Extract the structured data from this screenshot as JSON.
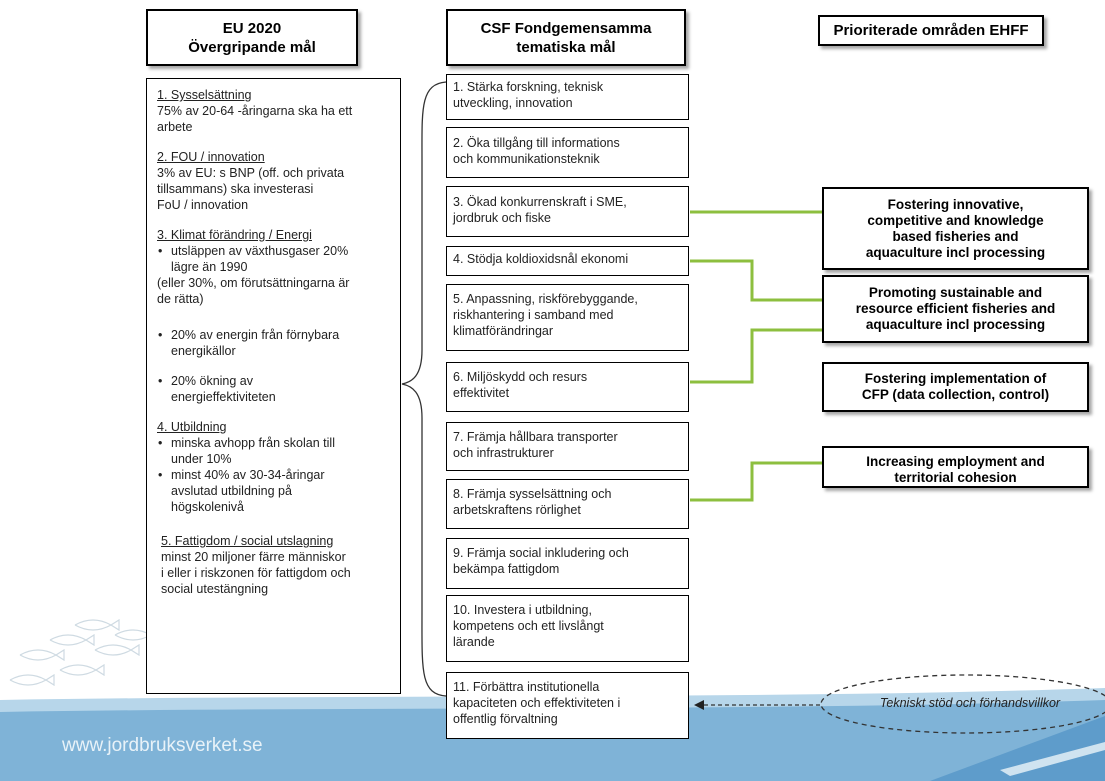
{
  "headers": {
    "eu2020": "EU 2020\nÖvergripande mål",
    "csf": "CSF Fondgemensamma\ntematiska mål",
    "prio": "Prioriterade områden EHFF"
  },
  "eu_goals": {
    "g1": {
      "title": "1. Sysselsättning",
      "text": "75% av 20-64 -åringarna ska ha ett\narbete"
    },
    "g2": {
      "title": "2. FOU / innovation",
      "text": "3% av EU: s BNP (off. och privata\ntillsammans) ska investerasi\nFoU / innovation"
    },
    "g3": {
      "title": "3. Klimat förändring / Energi",
      "b1": "utsläppen av växthusgaser 20%\nlägre än 1990",
      "note": "(eller 30%, om förutsättningarna är\nde rätta)",
      "b2": "20% av energin från förnybara\nenergikällor",
      "b3": "20% ökning av\nenergieffektiviteten"
    },
    "g4": {
      "title": "4. Utbildning",
      "b1": "minska avhopp från skolan till\nunder 10%",
      "b2": "minst 40% av 30-34-åringar\navslutad utbildning på\nhögskolenivå"
    },
    "g5": {
      "title": "5. Fattigdom / social utslagning",
      "text": "minst 20 miljoner färre människor\ni eller i riskzonen för fattigdom och\nsocial utestängning"
    }
  },
  "themes": [
    "1. Stärka forskning, teknisk\nutveckling, innovation",
    "2. Öka tillgång till informations\noch kommunikationsteknik",
    "3. Ökad konkurrenskraft i SME,\njordbruk och fiske",
    "4. Stödja koldioxidsnål ekonomi",
    "5. Anpassning, riskförebyggande,\nriskhantering i samband med\nklimatförändringar",
    "6. Miljöskydd och resurs\neffektivitet",
    "7. Främja hållbara transporter\noch infrastrukturer",
    "8. Främja sysselsättning och\narbetskraftens rörlighet",
    "9. Främja social inkludering och\nbekämpa fattigdom",
    "10. Investera i utbildning,\nkompetens och ett livslångt\nlärande",
    "11. Förbättra institutionella\nkapaciteten och effektiviteten i\noffentlig förvaltning"
  ],
  "priorities": [
    "Fostering innovative,\ncompetitive and knowledge\nbased fisheries and\naquaculture incl processing",
    "Promoting sustainable and\nresource efficient fisheries and\naquaculture incl processing",
    "Fostering implementation of\nCFP (data collection, control)",
    "Increasing employment and\nterritorial cohesion"
  ],
  "technical_support": "Tekniskt stöd och förhandsvillkor",
  "footer": {
    "url": "www.jordbruksverket.se"
  },
  "colors": {
    "connector_green": "#8dbf3f",
    "footer_blue": "#7fb3d7",
    "footer_light": "#b7d6ea"
  }
}
